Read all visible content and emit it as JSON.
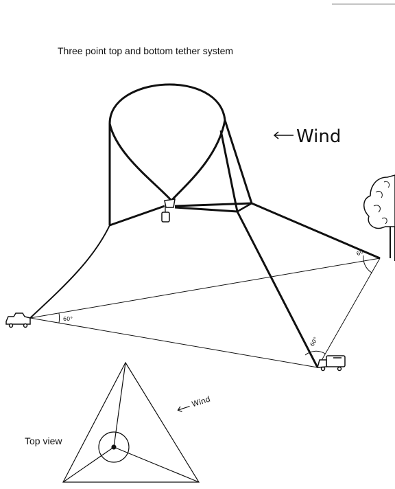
{
  "title": "Three point top and bottom tether system",
  "wind_label_main": "Wind",
  "wind_label_small": "Wind",
  "top_view_label": "Top view",
  "angle_labels": {
    "left": "60°",
    "bottom": "60°",
    "right": "60"
  },
  "colors": {
    "ink": "#111111",
    "background": "#ffffff"
  }
}
